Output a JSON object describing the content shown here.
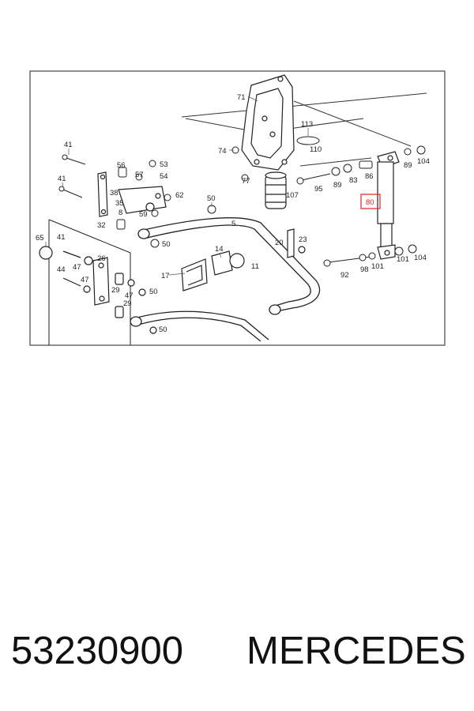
{
  "diagram": {
    "highlight_color": "#e02020",
    "highlighted_label": "80",
    "callouts": [
      "71",
      "113",
      "74",
      "110",
      "41",
      "56",
      "53",
      "57",
      "54",
      "89",
      "104",
      "77",
      "86",
      "83",
      "89",
      "107",
      "95",
      "80",
      "41",
      "38",
      "62",
      "35",
      "50",
      "8",
      "59",
      "5",
      "32",
      "20",
      "23",
      "50",
      "65",
      "41",
      "14",
      "92",
      "98",
      "101",
      "101",
      "104",
      "47",
      "26",
      "11",
      "44",
      "47",
      "17",
      "29",
      "50",
      "47",
      "29",
      "50"
    ]
  },
  "footer": {
    "part_number": "53230900",
    "brand": "MERCEDES"
  }
}
